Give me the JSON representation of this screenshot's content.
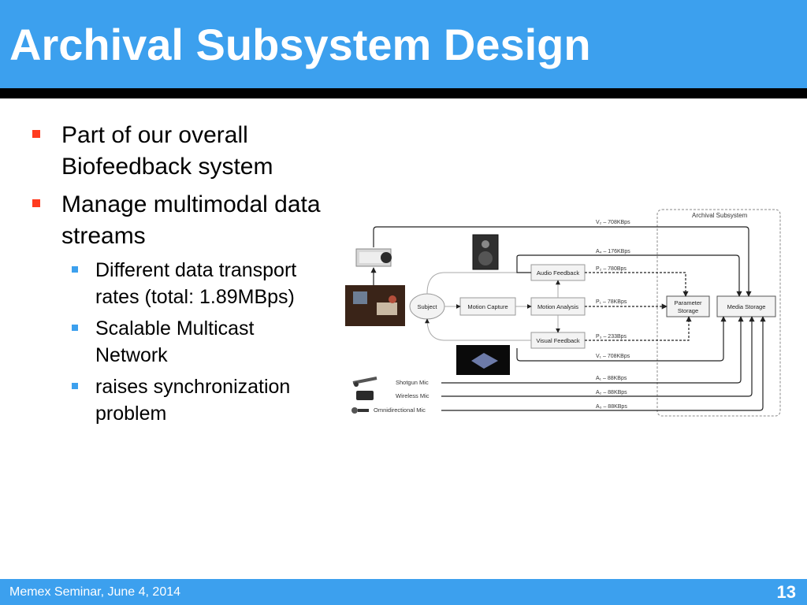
{
  "slide": {
    "title": "Archival Subsystem Design",
    "footer": "Memex Seminar, June 4, 2014",
    "page_number": "13",
    "accent_color": "#3ca0ee",
    "bullet_color": "#ff3b1f"
  },
  "bullets": [
    {
      "level": 1,
      "text": "Part of our overall Biofeedback system"
    },
    {
      "level": 1,
      "text": "Manage multimodal data streams"
    },
    {
      "level": 2,
      "text": "Different data transport rates (total: 1.89MBps)"
    },
    {
      "level": 2,
      "text": "Scalable Multicast Network"
    },
    {
      "level": 2,
      "text": "raises synchronization problem"
    }
  ],
  "diagram": {
    "subsystem_label": "Archival Subsystem",
    "nodes": {
      "subject": "Subject",
      "motion_capture": "Motion Capture",
      "motion_analysis": "Motion Analysis",
      "audio_feedback": "Audio Feedback",
      "visual_feedback": "Visual Feedback",
      "parameter_storage_1": "Parameter",
      "parameter_storage_2": "Storage",
      "media_storage": "Media Storage"
    },
    "inputs": {
      "shotgun_mic": "Shotgun Mic",
      "wireless_mic": "Wireless Mic",
      "omni_mic": "Omnidirectional Mic"
    },
    "streams": {
      "v2": "V₂ – 708KBps",
      "a4": "A₄ – 176KBps",
      "p2": "P₂ – 780Bps",
      "p1": "P₁ – 78KBps",
      "p3": "P₃ – 233Bps",
      "v1": "V₁ – 708KBps",
      "a1": "A₁ – 88KBps",
      "a2": "A₂ – 88KBps",
      "a3": "A₃ – 88KBps"
    },
    "icons": [
      "video-camera-icon",
      "speaker-icon",
      "subject-photo",
      "visual-display-photo",
      "shotgun-mic-icon",
      "wireless-mic-icon",
      "omni-mic-icon"
    ]
  }
}
